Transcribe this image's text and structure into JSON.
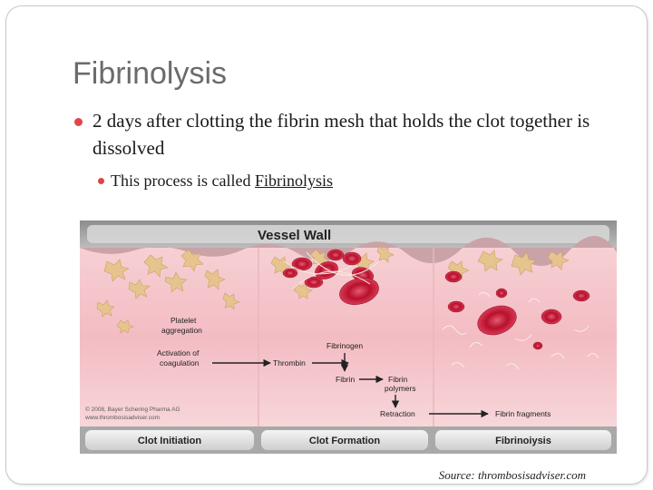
{
  "slide": {
    "title": "Fibrinolysis",
    "bullet1": "2 days after clotting the fibrin mesh that holds the clot together is dissolved",
    "bullet2_prefix": "This process is called ",
    "bullet2_link": "Fibrinolysis",
    "source": "Source: thrombosisadviser.com"
  },
  "figure": {
    "header": "Vessel Wall",
    "labels": {
      "platelet": [
        "Platelet",
        "aggregation"
      ],
      "activation": [
        "Activation of",
        "coagulation"
      ],
      "thrombin": "Thrombin",
      "fibrinogen": "Fibrinogen",
      "fibrin": "Fibrin",
      "fibrin_polymers": [
        "Fibrin",
        "polymers"
      ],
      "retraction": "Retraction",
      "fibrin_fragments": "Fibrin fragments"
    },
    "copyright": [
      "© 2008, Bayer Schering Pharma AG",
      "www.thrombosisadviser.com"
    ],
    "stages": [
      "Clot Initiation",
      "Clot Formation",
      "Fibrinoiysis"
    ]
  },
  "colors": {
    "bullet": "#e0454a",
    "title": "#6b6b6b",
    "vessel_pink": "#f3c2c8",
    "rbc": "#c7203a",
    "platelet": "#e7c48e"
  }
}
